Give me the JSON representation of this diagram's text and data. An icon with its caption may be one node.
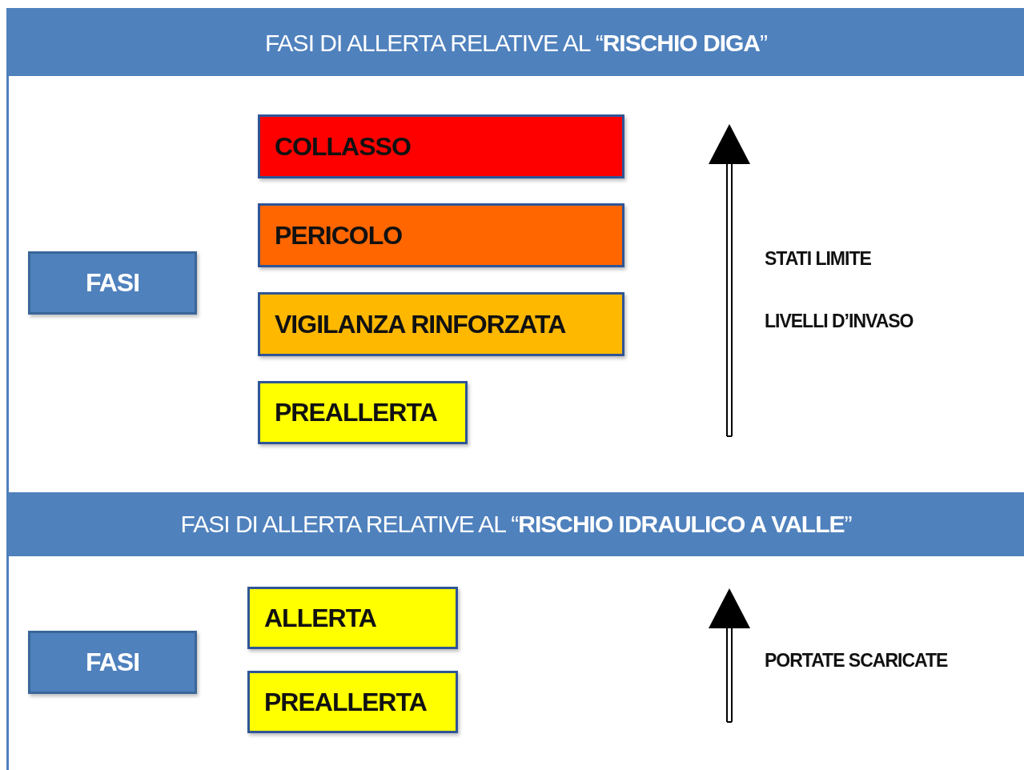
{
  "diagram": {
    "nodes": [
      {
        "text": [
          "FASI DI ALLERTA RELATIVE AL “**RISCHIO DIGA**”"
        ]
      },
      {
        "text": [
          "FASI"
        ]
      },
      {
        "text": [
          "COLLASSO"
        ]
      },
      {
        "text": [
          "PERICOLO"
        ]
      },
      {
        "text": [
          "VIGILANZA RINFORZATA"
        ]
      },
      {
        "text": [
          "PREALLERTA"
        ]
      },
      {
        "text": [
          "FASI DI ALLERTA RELATIVE AL “**RISCHIO IDRAULICO A VALLE**”"
        ]
      },
      {
        "text": [
          "FASI"
        ]
      },
      {
        "text": [
          "ALLERTA"
        ]
      },
      {
        "text": [
          "PREALLERTA"
        ]
      }
    ],
    "labels": [
      "STATI LIMITE",
      "LIVELLI D’INVASO",
      "PORTATE SCARICATE"
    ]
  }
}
